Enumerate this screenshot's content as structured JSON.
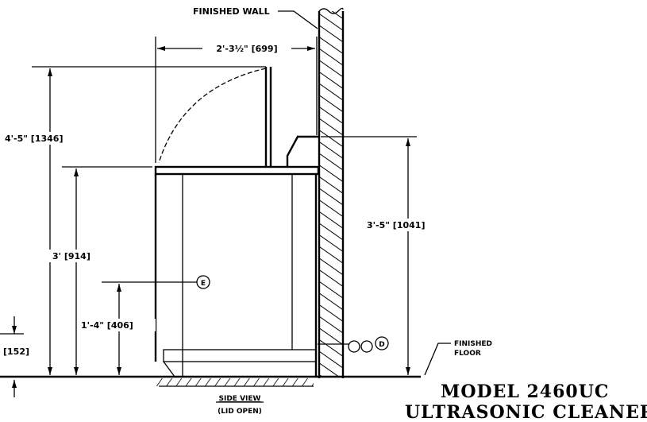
{
  "labels": {
    "finished_wall": "FINISHED WALL",
    "finished_floor_line1": "FINISHED",
    "finished_floor_line2": "FLOOR",
    "width_dim": "2'-3½\" [699]",
    "height_lid_open": "4'-5\" [1346]",
    "height_counter": "3' [914]",
    "height_back": "3'-5\" [1041]",
    "height_connection": "1'-4\" [406]",
    "leg_height": "[152]",
    "callout_e": "E",
    "callout_d": "D",
    "view_name": "SIDE VIEW",
    "view_note": "(LID OPEN)"
  },
  "title_block": {
    "model": "MODEL 2460UC",
    "product": "ULTRASONIC CLEANER"
  }
}
